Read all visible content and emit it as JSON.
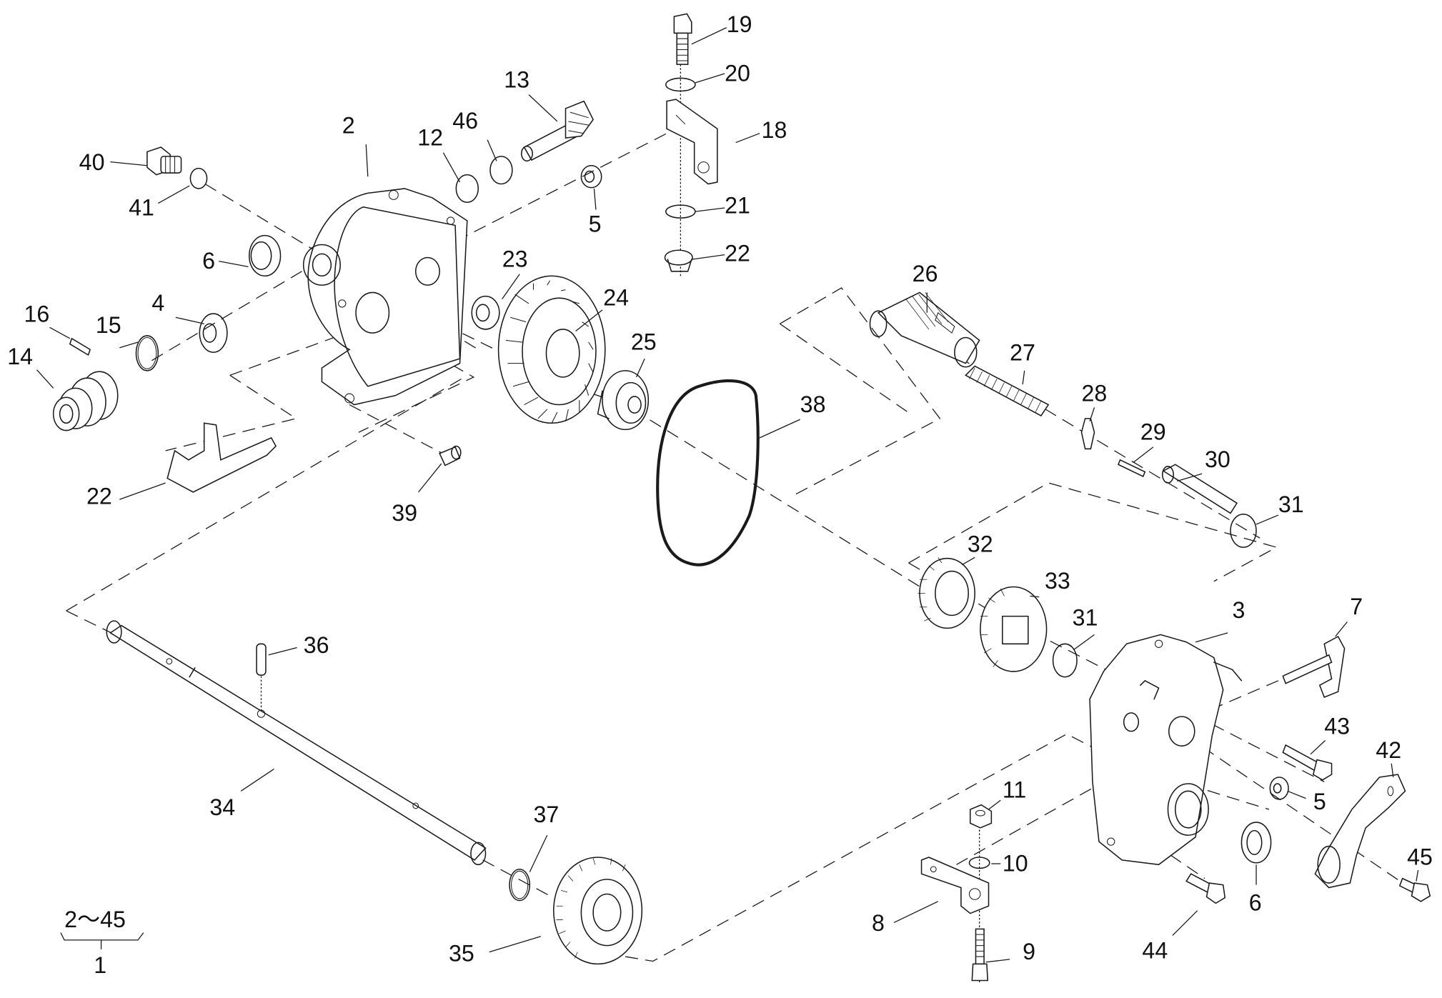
{
  "diagram": {
    "title": "Gear case assembly exploded view",
    "assembly": {
      "range_label": "2～45",
      "assembly_number": "1"
    },
    "callouts": [
      {
        "id": "c2",
        "text": "2",
        "part": "gear-case-left"
      },
      {
        "id": "c3",
        "text": "3",
        "part": "gear-case-right"
      },
      {
        "id": "c4",
        "text": "4",
        "part": "bearing"
      },
      {
        "id": "c5a",
        "text": "5",
        "part": "bearing-upper"
      },
      {
        "id": "c5b",
        "text": "5",
        "part": "bearing-right"
      },
      {
        "id": "c6a",
        "text": "6",
        "part": "oil-seal-left"
      },
      {
        "id": "c6b",
        "text": "6",
        "part": "oil-seal-right"
      },
      {
        "id": "c7",
        "text": "7",
        "part": "shift-arm"
      },
      {
        "id": "c8",
        "text": "8",
        "part": "cable-bracket"
      },
      {
        "id": "c9",
        "text": "9",
        "part": "bolt-lower"
      },
      {
        "id": "c10",
        "text": "10",
        "part": "washer-lower"
      },
      {
        "id": "c11",
        "text": "11",
        "part": "nut-lower"
      },
      {
        "id": "c12",
        "text": "12",
        "part": "shim-washer"
      },
      {
        "id": "c13",
        "text": "13",
        "part": "pinion-shaft"
      },
      {
        "id": "c14",
        "text": "14",
        "part": "pulley-coupling"
      },
      {
        "id": "c15",
        "text": "15",
        "part": "snap-ring"
      },
      {
        "id": "c16",
        "text": "16",
        "part": "pin"
      },
      {
        "id": "c18",
        "text": "18",
        "part": "cable-bracket-upper"
      },
      {
        "id": "c19",
        "text": "19",
        "part": "bolt-upper"
      },
      {
        "id": "c20",
        "text": "20",
        "part": "washer-upper"
      },
      {
        "id": "c21",
        "text": "21",
        "part": "washer-mid"
      },
      {
        "id": "c22a",
        "text": "22",
        "part": "flange-nut"
      },
      {
        "id": "c22b",
        "text": "22",
        "part": "shift-fork"
      },
      {
        "id": "c23",
        "text": "23",
        "part": "thrust-washer"
      },
      {
        "id": "c24",
        "text": "24",
        "part": "bevel-gear"
      },
      {
        "id": "c25",
        "text": "25",
        "part": "clutch-dog"
      },
      {
        "id": "c26",
        "text": "26",
        "part": "splined-shaft"
      },
      {
        "id": "c27",
        "text": "27",
        "part": "spring"
      },
      {
        "id": "c28",
        "text": "28",
        "part": "shift-key"
      },
      {
        "id": "c29",
        "text": "29",
        "part": "pin-small"
      },
      {
        "id": "c30",
        "text": "30",
        "part": "shift-rod"
      },
      {
        "id": "c31a",
        "text": "31",
        "part": "washer-shaft-end"
      },
      {
        "id": "c31b",
        "text": "31",
        "part": "washer-gear"
      },
      {
        "id": "c32",
        "text": "32",
        "part": "spur-gear-small"
      },
      {
        "id": "c33",
        "text": "33",
        "part": "spur-gear-medium"
      },
      {
        "id": "c34",
        "text": "34",
        "part": "axle-shaft"
      },
      {
        "id": "c35",
        "text": "35",
        "part": "spur-gear-large"
      },
      {
        "id": "c36",
        "text": "36",
        "part": "spring-pin"
      },
      {
        "id": "c37",
        "text": "37",
        "part": "snap-ring-shaft"
      },
      {
        "id": "c38",
        "text": "38",
        "part": "o-ring-gasket"
      },
      {
        "id": "c39",
        "text": "39",
        "part": "dowel-pin"
      },
      {
        "id": "c40",
        "text": "40",
        "part": "drain-plug"
      },
      {
        "id": "c41",
        "text": "41",
        "part": "gasket-washer"
      },
      {
        "id": "c42",
        "text": "42",
        "part": "shift-lever"
      },
      {
        "id": "c43",
        "text": "43",
        "part": "bolt-case-upper"
      },
      {
        "id": "c44",
        "text": "44",
        "part": "bolt-case-lower"
      },
      {
        "id": "c45",
        "text": "45",
        "part": "bolt-lever"
      },
      {
        "id": "c46",
        "text": "46",
        "part": "shim"
      }
    ]
  }
}
